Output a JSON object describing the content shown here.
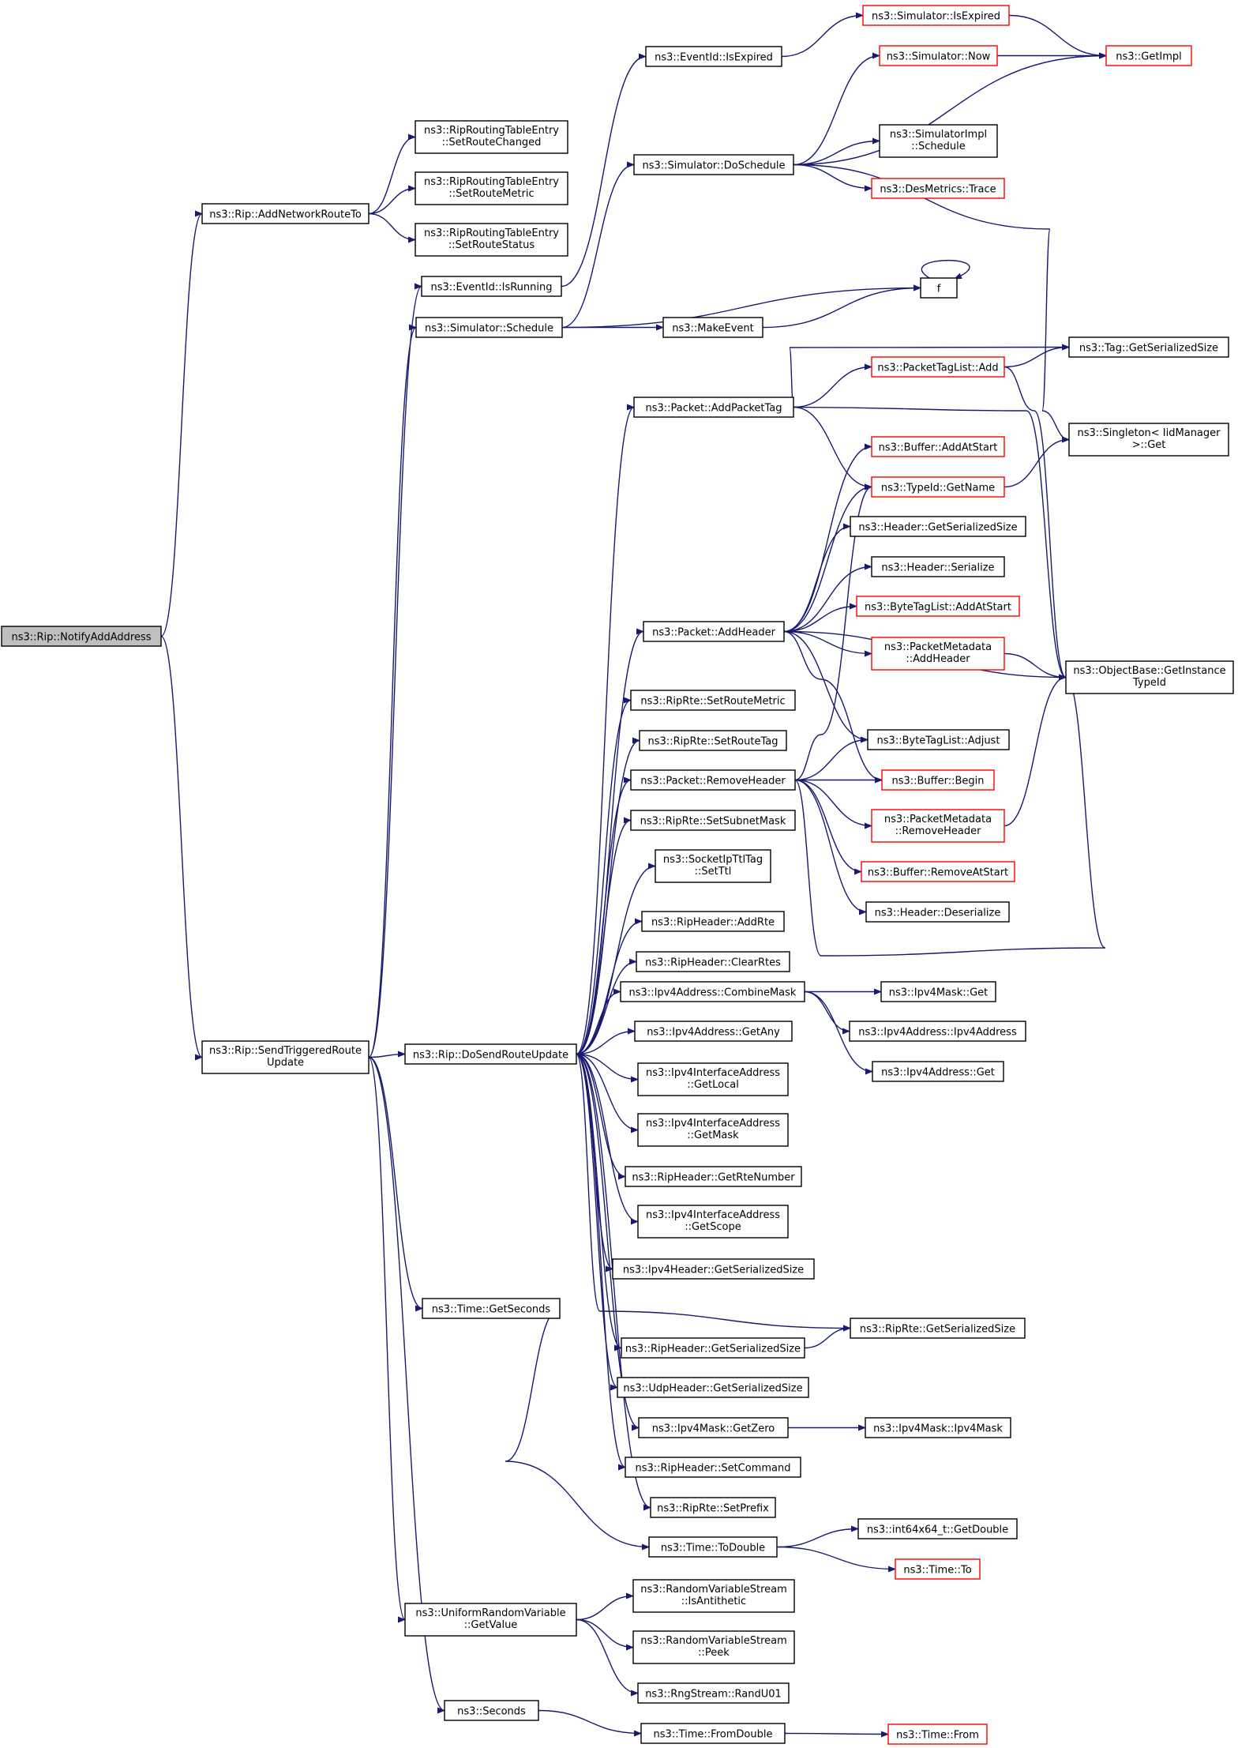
{
  "colors": {
    "edge": "#191970",
    "highlight_border": "#ff0000",
    "root_fill": "#bfbfbf"
  },
  "nodes": {
    "root": [
      "ns3::Rip::NotifyAddAddress"
    ],
    "addroute": [
      "ns3::Rip::AddNetworkRouteTo"
    ],
    "setchanged": [
      "ns3::RipRoutingTableEntry",
      "::SetRouteChanged"
    ],
    "setmetric": [
      "ns3::RipRoutingTableEntry",
      "::SetRouteMetric"
    ],
    "setstatus": [
      "ns3::RipRoutingTableEntry",
      "::SetRouteStatus"
    ],
    "sendtrig": [
      "ns3::Rip::SendTriggeredRoute",
      "Update"
    ],
    "isrunning": [
      "ns3::EventId::IsRunning"
    ],
    "evexpired": [
      "ns3::EventId::IsExpired"
    ],
    "simexpired": [
      "ns3::Simulator::IsExpired"
    ],
    "simnow": [
      "ns3::Simulator::Now"
    ],
    "getimpl": [
      "ns3::GetImpl"
    ],
    "dosched": [
      "ns3::Simulator::DoSchedule"
    ],
    "implsched": [
      "ns3::SimulatorImpl",
      "::Schedule"
    ],
    "desmetrics": [
      "ns3::DesMetrics::Trace"
    ],
    "f": [
      "f"
    ],
    "simsched": [
      "ns3::Simulator::Schedule"
    ],
    "makeevent": [
      "ns3::MakeEvent"
    ],
    "tagser": [
      "ns3::Tag::GetSerializedSize"
    ],
    "ptladd": [
      "ns3::PacketTagList::Add"
    ],
    "addpkttag": [
      "ns3::Packet::AddPacketTag"
    ],
    "singleton": [
      "ns3::Singleton< IidManager",
      ">::Get"
    ],
    "bufaddstart": [
      "ns3::Buffer::AddAtStart"
    ],
    "typeidname": [
      "ns3::TypeId::GetName"
    ],
    "hdrser": [
      "ns3::Header::GetSerializedSize"
    ],
    "hdrserialize": [
      "ns3::Header::Serialize"
    ],
    "btladdstart": [
      "ns3::ByteTagList::AddAtStart"
    ],
    "addheader": [
      "ns3::Packet::AddHeader"
    ],
    "pmaddhdr": [
      "ns3::PacketMetadata",
      "::AddHeader"
    ],
    "objtypeid": [
      "ns3::ObjectBase::GetInstance",
      "TypeId"
    ],
    "setroutemetric": [
      "ns3::RipRte::SetRouteMetric"
    ],
    "setroutetag": [
      "ns3::RipRte::SetRouteTag"
    ],
    "btladjust": [
      "ns3::ByteTagList::Adjust"
    ],
    "removehdr": [
      "ns3::Packet::RemoveHeader"
    ],
    "bufbegin": [
      "ns3::Buffer::Begin"
    ],
    "setsubnet": [
      "ns3::RipRte::SetSubnetMask"
    ],
    "pmremhdr": [
      "ns3::PacketMetadata",
      "::RemoveHeader"
    ],
    "setttl": [
      "ns3::SocketIpTtlTag",
      "::SetTtl"
    ],
    "bufremstart": [
      "ns3::Buffer::RemoveAtStart"
    ],
    "hdrdeser": [
      "ns3::Header::Deserialize"
    ],
    "addrte": [
      "ns3::RipHeader::AddRte"
    ],
    "clearrtes": [
      "ns3::RipHeader::ClearRtes"
    ],
    "combinemask": [
      "ns3::Ipv4Address::CombineMask"
    ],
    "maskget": [
      "ns3::Ipv4Mask::Get"
    ],
    "ipv4addr": [
      "ns3::Ipv4Address::Ipv4Address"
    ],
    "dosend": [
      "ns3::Rip::DoSendRouteUpdate"
    ],
    "getany": [
      "ns3::Ipv4Address::GetAny"
    ],
    "addrget": [
      "ns3::Ipv4Address::Get"
    ],
    "getlocal": [
      "ns3::Ipv4InterfaceAddress",
      "::GetLocal"
    ],
    "getmask": [
      "ns3::Ipv4InterfaceAddress",
      "::GetMask"
    ],
    "getrtenum": [
      "ns3::RipHeader::GetRteNumber"
    ],
    "getscope": [
      "ns3::Ipv4InterfaceAddress",
      "::GetScope"
    ],
    "ipv4hdrser": [
      "ns3::Ipv4Header::GetSerializedSize"
    ],
    "getseconds": [
      "ns3::Time::GetSeconds"
    ],
    "ripteser": [
      "ns3::RipRte::GetSerializedSize"
    ],
    "riphdrser": [
      "ns3::RipHeader::GetSerializedSize"
    ],
    "udphdrser": [
      "ns3::UdpHeader::GetSerializedSize"
    ],
    "getzero": [
      "ns3::Ipv4Mask::GetZero"
    ],
    "ipv4mask": [
      "ns3::Ipv4Mask::Ipv4Mask"
    ],
    "setcommand": [
      "ns3::RipHeader::SetCommand"
    ],
    "setprefix": [
      "ns3::RipRte::SetPrefix"
    ],
    "getdouble": [
      "ns3::int64x64_t::GetDouble"
    ],
    "todouble": [
      "ns3::Time::ToDouble"
    ],
    "timeto": [
      "ns3::Time::To"
    ],
    "isanti": [
      "ns3::RandomVariableStream",
      "::IsAntithetic"
    ],
    "getvalue": [
      "ns3::UniformRandomVariable",
      "::GetValue"
    ],
    "peek": [
      "ns3::RandomVariableStream",
      "::Peek"
    ],
    "randu01": [
      "ns3::RngStream::RandU01"
    ],
    "seconds": [
      "ns3::Seconds"
    ],
    "fromdouble": [
      "ns3::Time::FromDouble"
    ],
    "timefrom": [
      "ns3::Time::From"
    ]
  }
}
